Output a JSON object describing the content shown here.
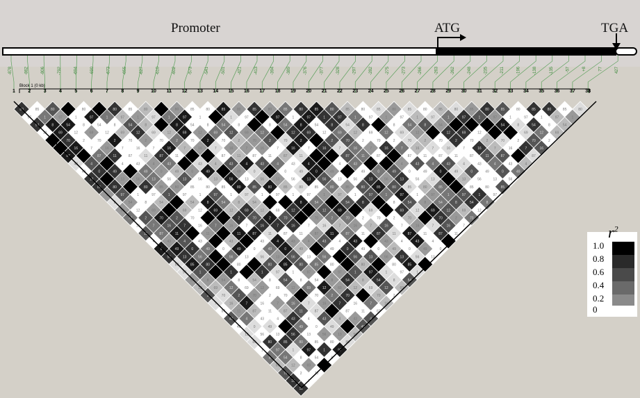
{
  "gene": {
    "promoter_label": "Promoter",
    "atg_label": "ATG",
    "tga_label": "TGA"
  },
  "block_label": "Block 1 (0 kb)",
  "snp_positions": [
    "-878",
    "-862",
    "-806",
    "-792",
    "-694",
    "-690",
    "-673",
    "-655",
    "-627",
    "-610",
    "-602",
    "-573",
    "-541",
    "-501",
    "-421",
    "-413",
    "-394",
    "-389",
    "-376",
    "-377",
    "-328",
    "-297",
    "-282",
    "-275",
    "-273",
    "-266",
    "-263",
    "-262",
    "-248",
    "-235",
    "-211",
    "-196",
    "-138",
    "-135",
    "-57",
    "+8",
    "77",
    "427"
  ],
  "snp_numbers": [
    "1",
    "2",
    "3",
    "4",
    "5",
    "6",
    "7",
    "8",
    "9",
    "10",
    "11",
    "12",
    "13",
    "14",
    "15",
    "16",
    "17",
    "18",
    "19",
    "20",
    "21",
    "22",
    "23",
    "24",
    "25",
    "26",
    "27",
    "28",
    "29",
    "30",
    "31",
    "32",
    "33",
    "34",
    "35",
    "36",
    "37",
    "38"
  ],
  "legend": {
    "title": "r",
    "title_sup": "2",
    "ticks": [
      "1.0",
      "0.8",
      "0.6",
      "0.4",
      "0.2",
      "0"
    ],
    "colors": [
      "#000000",
      "#2a2a2a",
      "#4a4a4a",
      "#6a6a6a",
      "#8a8a8a",
      "#ffffff"
    ]
  },
  "ld_cell_labels": [
    "56",
    "87",
    "69",
    "80",
    "43",
    "70",
    "97",
    "49",
    "16",
    "54",
    "13",
    "11",
    "12",
    "85",
    "4",
    "2",
    "1",
    "0",
    "7",
    "8"
  ]
}
